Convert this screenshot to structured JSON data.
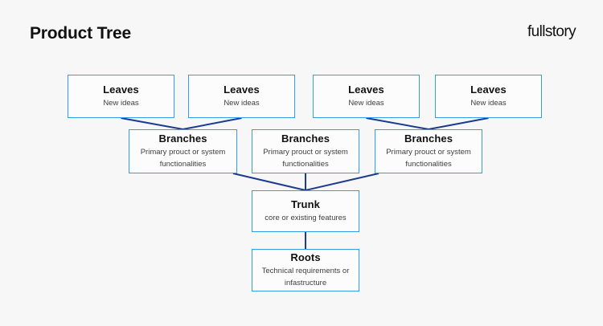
{
  "header": {
    "title": "Product Tree",
    "logo_text": "fullstory"
  },
  "colors": {
    "background": "#f7f7f8",
    "box_border": "#2f9fe9",
    "box_fill": "#fcfcfd",
    "connector": "#1b3b8f",
    "heading_text": "#111111",
    "subtitle_text": "#3f3f3f"
  },
  "diagram": {
    "nodes": {
      "leaf1": {
        "label": "Leaves",
        "sublabel": "New ideas"
      },
      "leaf2": {
        "label": "Leaves",
        "sublabel": "New ideas"
      },
      "leaf3": {
        "label": "Leaves",
        "sublabel": "New ideas"
      },
      "leaf4": {
        "label": "Leaves",
        "sublabel": "New ideas"
      },
      "branch1": {
        "label": "Branches",
        "sublabel": "Primary prouct or system\nfunctionalities"
      },
      "branch2": {
        "label": "Branches",
        "sublabel": "Primary prouct or system\nfunctionalities"
      },
      "branch3": {
        "label": "Branches",
        "sublabel": "Primary prouct or system\nfunctionalities"
      },
      "trunk": {
        "label": "Trunk",
        "sublabel": "core or existing features"
      },
      "roots": {
        "label": "Roots",
        "sublabel": "Technical requirements or\ninfastructure"
      }
    },
    "edges": [
      {
        "from": "leaf1",
        "to": "branch1"
      },
      {
        "from": "leaf2",
        "to": "branch1"
      },
      {
        "from": "leaf3",
        "to": "branch3"
      },
      {
        "from": "leaf4",
        "to": "branch3"
      },
      {
        "from": "branch1",
        "to": "trunk"
      },
      {
        "from": "branch2",
        "to": "trunk"
      },
      {
        "from": "branch3",
        "to": "trunk"
      },
      {
        "from": "trunk",
        "to": "roots"
      }
    ]
  }
}
